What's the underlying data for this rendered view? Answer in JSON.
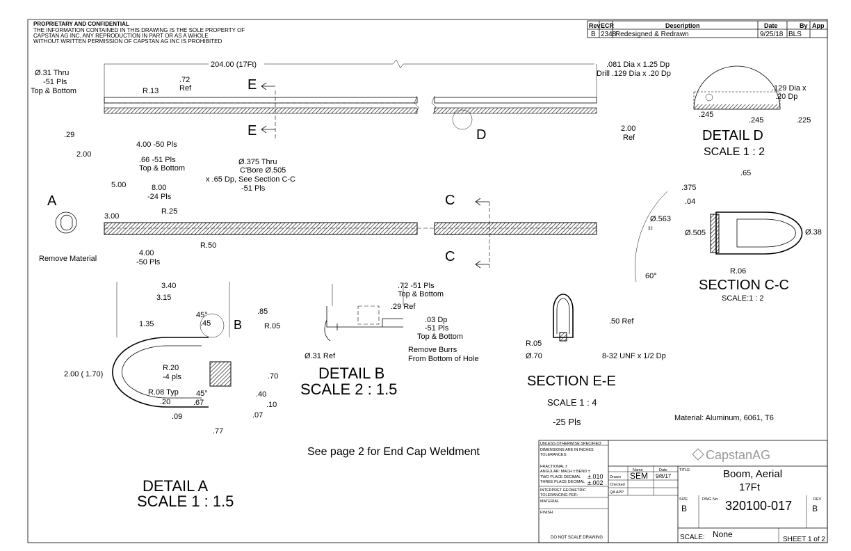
{
  "header": {
    "proprietary_title": "PROPRIETARY AND CONFIDENTIAL",
    "lines": [
      "THE INFORMATION CONTAINED IN THIS DRAWING IS THE SOLE PROPERTY OF",
      "CAPSTAN AG INC. ANY REPRODUCTION IN PART OR AS A WHOLE",
      "WITHOUT WRITTEN PERMISSION OF CAPSTAN AG INC IS PROHIBITED"
    ]
  },
  "revision": {
    "headers": [
      "Rev",
      "ECR",
      "Description",
      "Date",
      "By",
      "App"
    ],
    "row": [
      "B",
      "2348",
      "Redesigned & Redrawn",
      "9/25/18",
      "BLS",
      ""
    ]
  },
  "top_view": {
    "thru1": "Ø.31 Thru",
    "thru2": "-51 Pls",
    "thru3": "Top & Bottom",
    "ref72a": ".72",
    "ref72b": "Ref",
    "r13": "R.13",
    "length": "204.00 (17Ft)",
    "e_top": "E",
    "e_bot": "E",
    "drill1": ".081 Dia x 1.25 Dp",
    "drill2": "Drill .129 Dia x .20 Dp",
    "d29": ".29",
    "d400": "4.00 -50 Pls",
    "d200": "2.00",
    "d66a": ".66 -51 Pls",
    "d66b": "Top & Bottom",
    "detail_d_callout": "D",
    "ref200a": "2.00",
    "ref200b": "Ref"
  },
  "detail_d": {
    "d129a": ".129 Dia x",
    "d129b": ".20 Dp",
    "d245a": ".245",
    "d245b": ".245",
    "d225": ".225",
    "title": "DETAIL D",
    "scale": "SCALE 1 : 2"
  },
  "mid_view": {
    "cb1": "Ø.375 Thru",
    "cb2": "C'Bore Ø.505",
    "cb3": "x .65 Dp, See Section C-C",
    "cb4": "-51 Pls",
    "d500": "5.00",
    "d800": "8.00",
    "d800b": "-24 Pls",
    "a_callout": "A",
    "d300": "3.00",
    "r25": "R.25",
    "r50": "R.50",
    "d400": "4.00",
    "d400b": "-50 Pls",
    "remove": "Remove Material",
    "c_top": "C",
    "c_bot": "C"
  },
  "section_cc": {
    "d65": ".65",
    "d375": ".375",
    "d04": ".04",
    "d563": "Ø.563",
    "finish": "32",
    "d505": "Ø.505",
    "d38": "Ø.38",
    "r06": "R.06",
    "angle": "60°",
    "title": "SECTION C-C",
    "scale": "SCALE:1 : 2"
  },
  "detail_a": {
    "d340": "3.40",
    "d315": "3.15",
    "d85": ".85",
    "a45a": "45°",
    "d45": ".45",
    "d135": "1.35",
    "b_callout": "B",
    "r05": "R.05",
    "d200": "2.00 ( 1.70)",
    "r20a": "R.20",
    "r20b": "-4 pls",
    "d70": ".70",
    "r08": "R.08 Typ",
    "a45b": "45°",
    "d40": ".40",
    "d20": ".20",
    "d67": ".67",
    "d10": ".10",
    "d09": ".09",
    "d07": ".07",
    "d77": ".77",
    "title": "DETAIL A",
    "scale": "SCALE 1 : 1.5"
  },
  "detail_b": {
    "d72a": ".72 -51 Pls",
    "d72b": "Top & Bottom",
    "d29": ".29 Ref",
    "d03a": ".03 Dp",
    "d03b": "-51 Pls",
    "d03c": "Top & Bottom",
    "d31": "Ø.31 Ref",
    "burr1": "Remove Burrs",
    "burr2": "From Bottom of Hole",
    "title": "DETAIL B",
    "scale": "SCALE 2 : 1.5"
  },
  "section_ee": {
    "d50": ".50 Ref",
    "r05": "R.05",
    "d70": "Ø.70",
    "thread": "8-32 UNF x 1/2 Dp",
    "title": "SECTION E-E",
    "scale": "SCALE  1 : 4",
    "qty": "-25 Pls"
  },
  "notes": {
    "material": "Material: Aluminum, 6061, T6",
    "end_cap": "See page 2 for End Cap Weldment"
  },
  "title_block": {
    "unless": "UNLESS OTHERWISE SPECIFIED:",
    "dims": "DIMENSIONS ARE IN INCHES",
    "tol": "TOLERANCES:",
    "frac": "FRACTIONAL ±",
    "ang": "ANGULAR: MACH ±    BEND ±",
    "two": "TWO PLACE DECIMAL",
    "two_val": "±.010",
    "three": "THREE PLACE DECIMAL",
    "three_val": "±.002",
    "interp1": "INTERPRET GEOMETRIC",
    "interp2": "TOLERANCING PER:",
    "material": "MATERIAL",
    "finish": "FINISH",
    "noscale": "DO NOT SCALE DRAWING",
    "name_hdr": "Name",
    "date_hdr": "Date",
    "drawn": "Drawn",
    "checked": "Checked",
    "qa": "QA APP",
    "drawn_name": "SEM",
    "drawn_date": "9/8/17",
    "company": "CapstanAG",
    "title_lbl": "TITLE:",
    "title1": "Boom, Aerial",
    "title2": "17Ft",
    "size_lbl": "SIZE",
    "size": "B",
    "dwg_lbl": "DWG No:",
    "dwg": "320100-017",
    "rev_lbl": "REV",
    "rev": "B",
    "scale_lbl": "SCALE:",
    "scale": "None",
    "sheet": "SHEET 1 of 2"
  }
}
